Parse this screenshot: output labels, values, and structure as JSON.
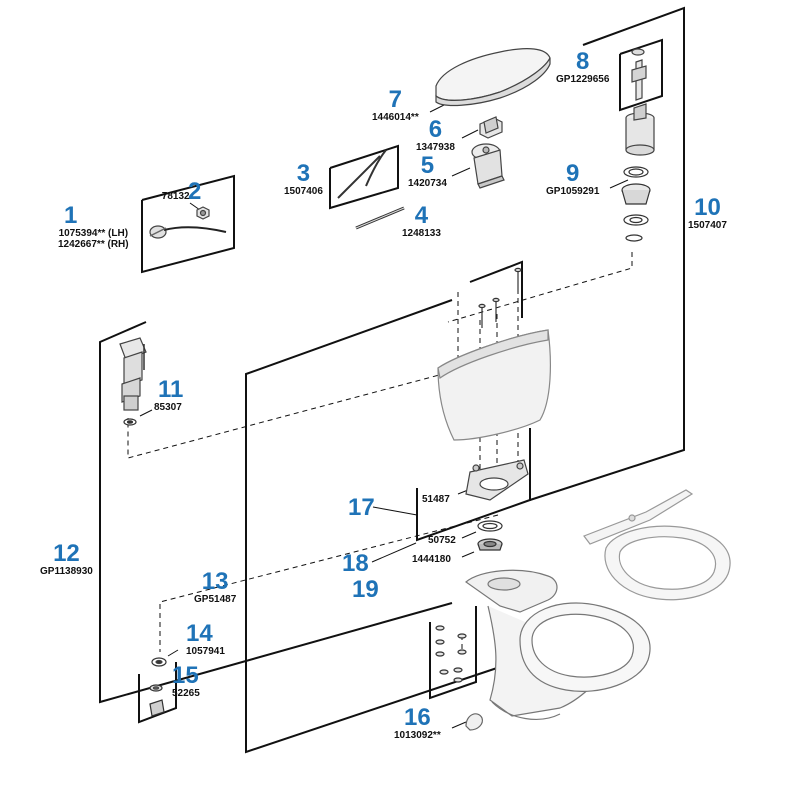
{
  "accent_color": "#1f73b7",
  "text_color": "#111111",
  "line_color": "#111111",
  "part_color": "#9a9a9a",
  "callouts": [
    {
      "id": "1",
      "number": "1",
      "codes": [
        "1075394** (LH)",
        "1242667** (RH)"
      ]
    },
    {
      "id": "2",
      "number": "2",
      "codes": [
        "78132"
      ]
    },
    {
      "id": "3",
      "number": "3",
      "codes": [
        "1507406"
      ]
    },
    {
      "id": "4",
      "number": "4",
      "codes": [
        "1248133"
      ]
    },
    {
      "id": "5",
      "number": "5",
      "codes": [
        "1420734"
      ]
    },
    {
      "id": "6",
      "number": "6",
      "codes": [
        "1347938"
      ]
    },
    {
      "id": "7",
      "number": "7",
      "codes": [
        "1446014**"
      ]
    },
    {
      "id": "8",
      "number": "8",
      "codes": [
        "GP1229656"
      ]
    },
    {
      "id": "9",
      "number": "9",
      "codes": [
        "GP1059291"
      ]
    },
    {
      "id": "10",
      "number": "10",
      "codes": [
        "1507407"
      ]
    },
    {
      "id": "11",
      "number": "11",
      "codes": [
        "85307"
      ]
    },
    {
      "id": "12",
      "number": "12",
      "codes": [
        "GP1138930"
      ]
    },
    {
      "id": "13",
      "number": "13",
      "codes": [
        "GP51487"
      ]
    },
    {
      "id": "14",
      "number": "14",
      "codes": [
        "1057941"
      ]
    },
    {
      "id": "15",
      "number": "15",
      "codes": [
        "52265"
      ]
    },
    {
      "id": "16",
      "number": "16",
      "codes": [
        "1013092**"
      ]
    },
    {
      "id": "17",
      "number": "17",
      "codes": [
        "51487"
      ]
    },
    {
      "id": "18",
      "number": "18",
      "codes": [
        "50752"
      ]
    },
    {
      "id": "19",
      "number": "19",
      "codes": [
        "1444180"
      ]
    }
  ]
}
